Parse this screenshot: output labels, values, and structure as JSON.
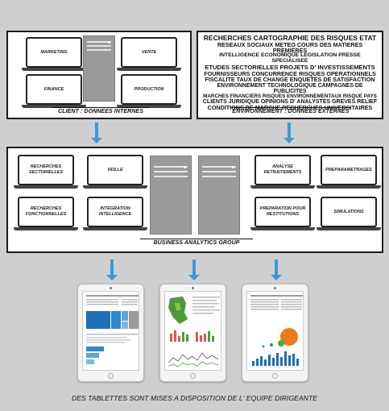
{
  "client": {
    "laptops": [
      "MARKETING",
      "VENTE",
      "FINANCE",
      "PRODUCTION"
    ],
    "caption": "CLIENT : DONNEES INTERNES"
  },
  "environment": {
    "caption": "ENVIRONNEMENT : DONNEES EXTERNES",
    "cloud_lines": [
      "RECHERCHES CARTOGRAPHIE DES RISQUES ETAT",
      "RESEAUX SOCIAUX METEO COURS DES MATIERES PREMIERES",
      "INTELLIGENCE ECONOMIQUE LEGISLATION PRESSE SPECIALISEE",
      "ETUDES SECTORIELLES PROJETS D' INVESTISSEMENTS",
      "FOURNISSEURS CONCURRENCE RISQUES OPERATIONNELS",
      "FISCALITE TAUX DE CHANGE ENQUETES DE SATISFACTION",
      "ENVIRONNEMENT TECHNOLOGIQUE CAMPAGNES DE PUBLICITES",
      "MARCHES FINANCIERS RISQUES ENVIRONNEMENTAUX RISQUE PAYS",
      "CLIENTS JURIDIQUE OPINIONS D' ANALYSTES GREVES RELIEF",
      "CONDITIONS DE MARCHE RECHERCHES UNIVERSITAIRES"
    ]
  },
  "bag": {
    "caption": "BUSINESS ANALYTICS GROUP",
    "laptops_left": [
      "RECHERCHES SECTORIELLES",
      "VEILLE",
      "RECHERCHES FONCTIONNELLES",
      "INTEGRATION INTELLIGENCE"
    ],
    "laptops_right": [
      "ANALYSE RETRAITEMENTS",
      "PREPARAMETRAGES",
      "PREPARATION POUR RESTITUTIONS",
      "SIMULATIONS"
    ]
  },
  "footer": {
    "caption": "DES TABLETTES SONT MISES A DISPOSITION DE L' EQUIPE DIRIGEANTE"
  },
  "colors": {
    "arrow": "#3a9ad8",
    "border": "#1a1a1a",
    "server": "#9a9a9a"
  }
}
